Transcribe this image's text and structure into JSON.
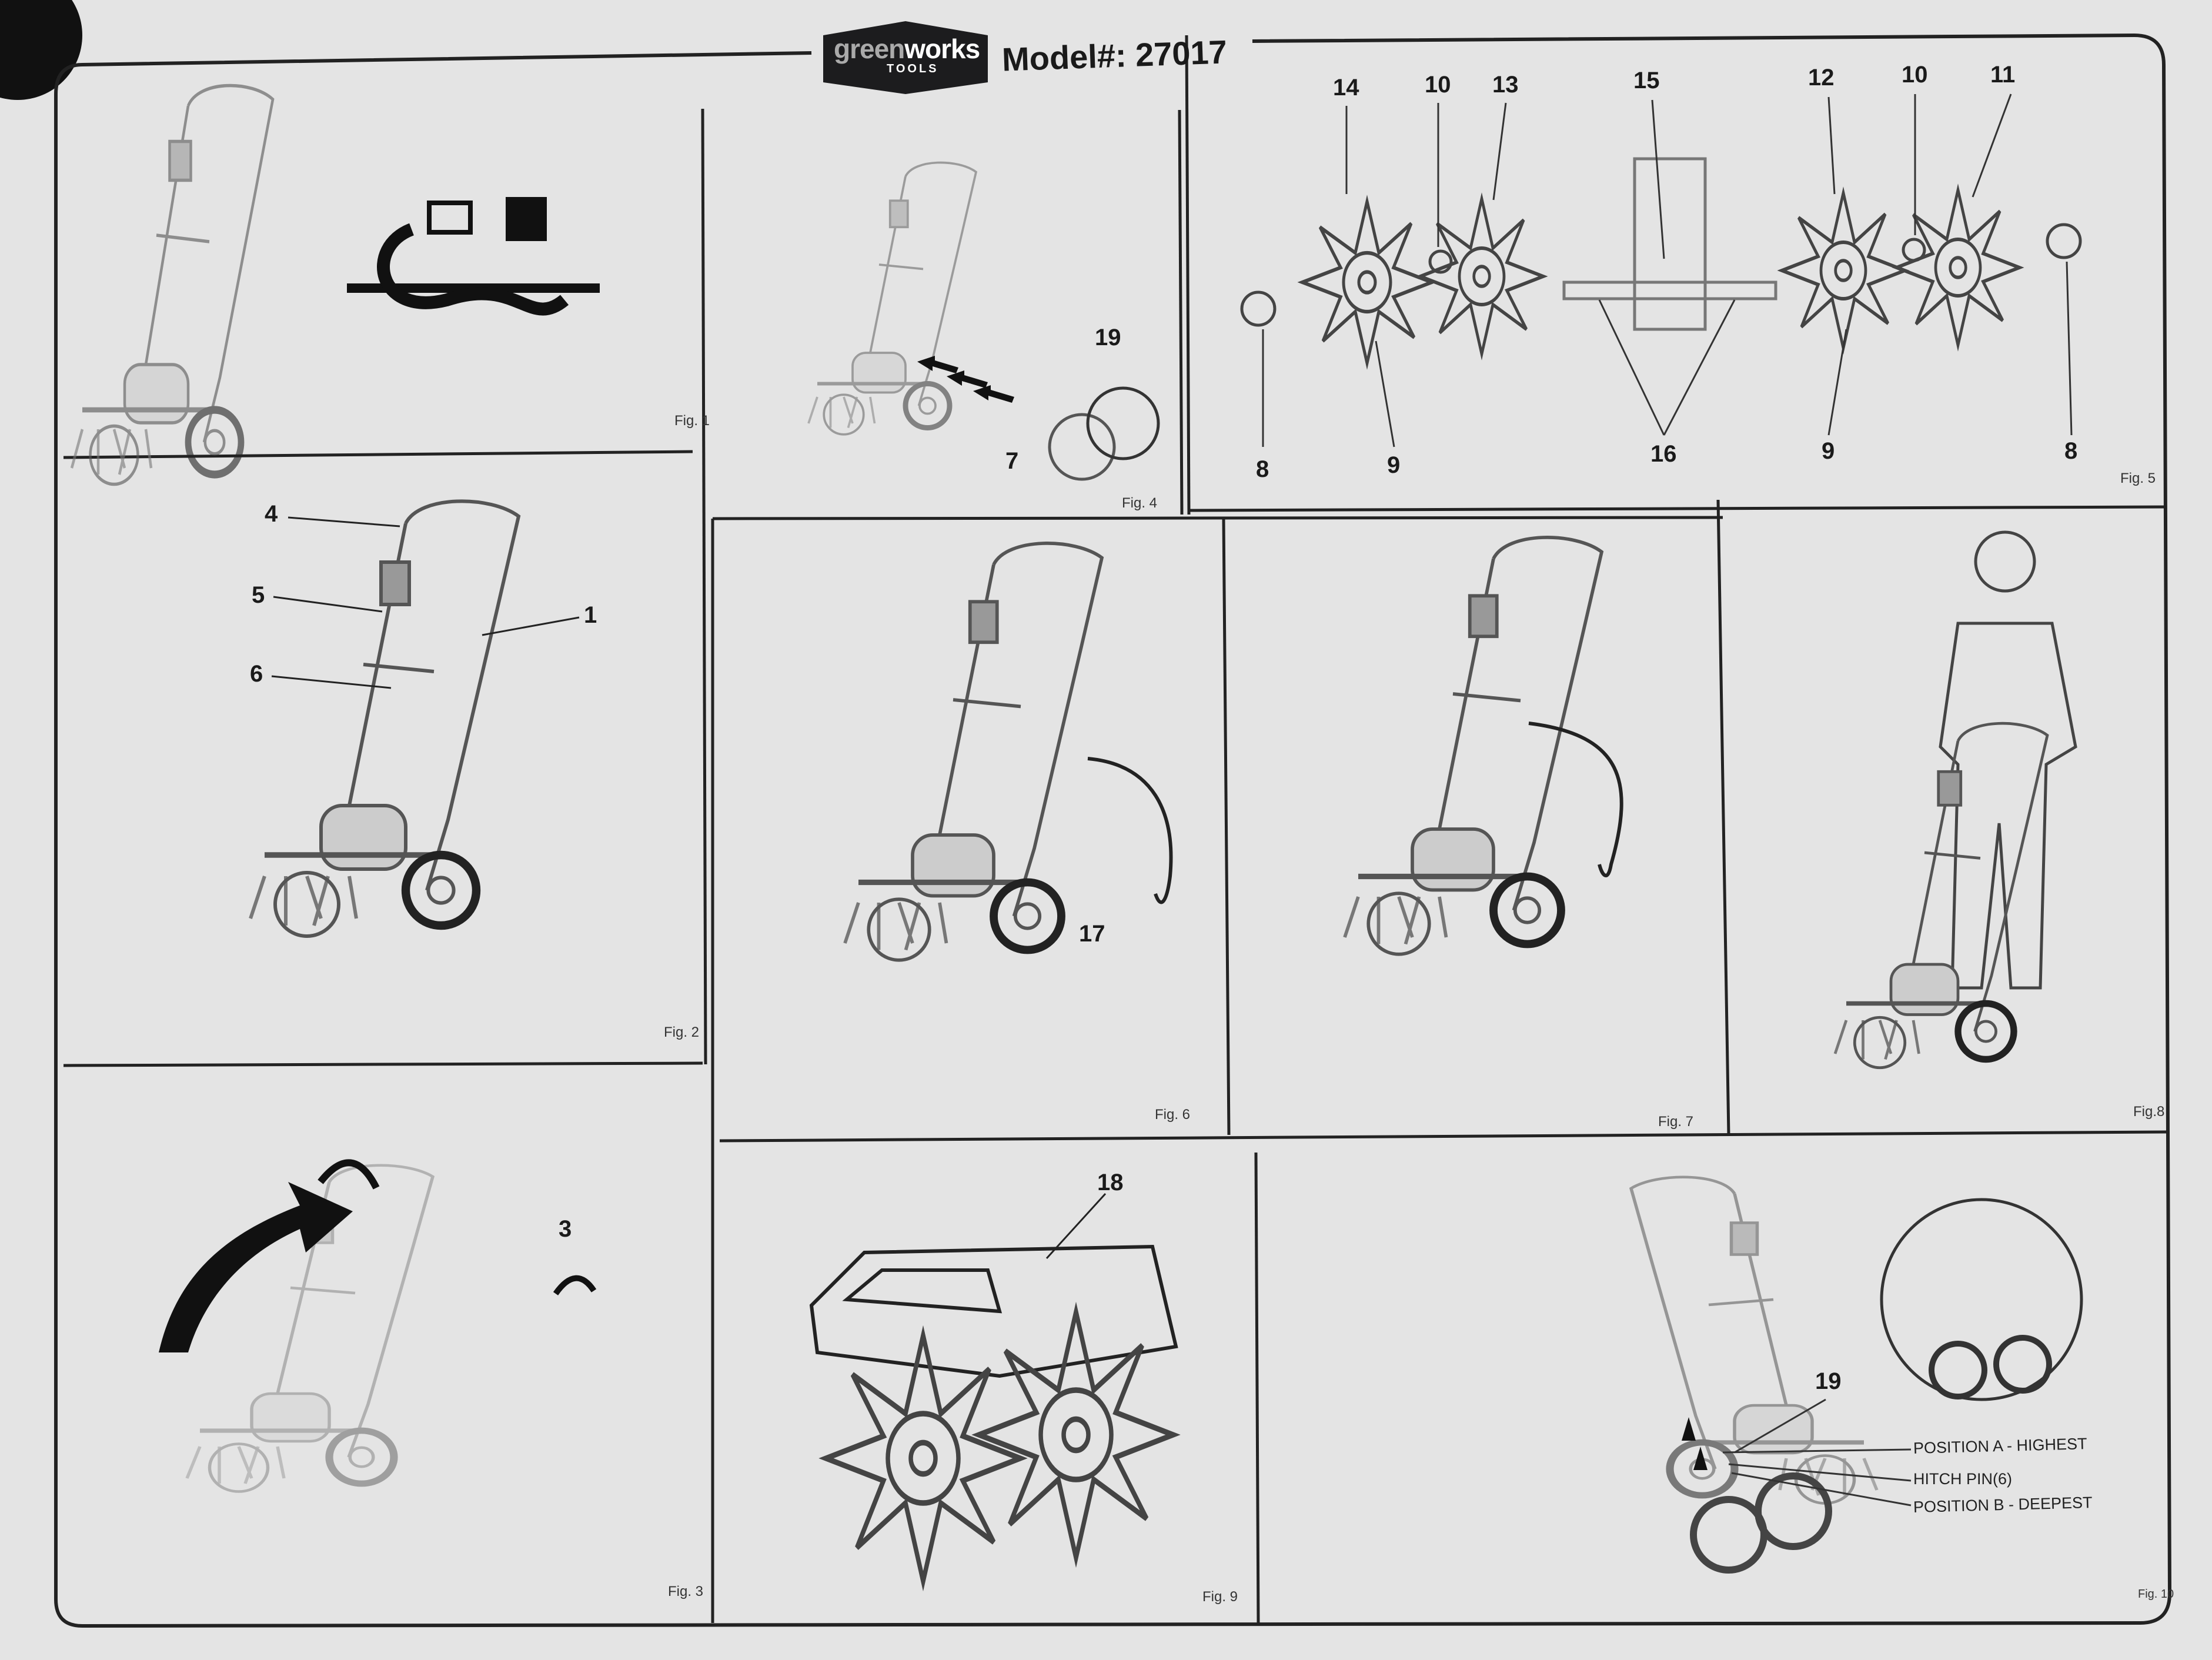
{
  "header": {
    "brand": "greenworks",
    "brand_light": "green",
    "brand_bold": "works",
    "brand_sub": "TOOLS",
    "model": "Model#: 27017"
  },
  "figures": {
    "fig1": {
      "label": "Fig. 1"
    },
    "fig2": {
      "label": "Fig. 2",
      "callouts": [
        "4",
        "5",
        "6",
        "1"
      ]
    },
    "fig3": {
      "label": "Fig. 3",
      "callouts": [
        "3"
      ]
    },
    "fig4": {
      "label": "Fig. 4",
      "callouts": [
        "19",
        "7"
      ]
    },
    "fig5": {
      "label": "Fig. 5",
      "callouts": [
        "14",
        "10",
        "13",
        "15",
        "12",
        "10",
        "11",
        "8",
        "9",
        "16",
        "9",
        "8"
      ]
    },
    "fig6": {
      "label": "Fig. 6",
      "callouts": [
        "17"
      ]
    },
    "fig7": {
      "label": "Fig. 7"
    },
    "fig8": {
      "label": "Fig.8"
    },
    "fig9": {
      "label": "Fig. 9",
      "callouts": [
        "18"
      ]
    },
    "fig10": {
      "label": "Fig. 10",
      "callouts": [
        "19"
      ],
      "positions": [
        "POSITION A - HIGHEST",
        "HITCH PIN(6)",
        "POSITION B - DEEPEST"
      ]
    }
  },
  "colors": {
    "paper": "#e4e4e4",
    "ink": "#1a1a1a",
    "logo_bg": "#1c1c1e"
  }
}
